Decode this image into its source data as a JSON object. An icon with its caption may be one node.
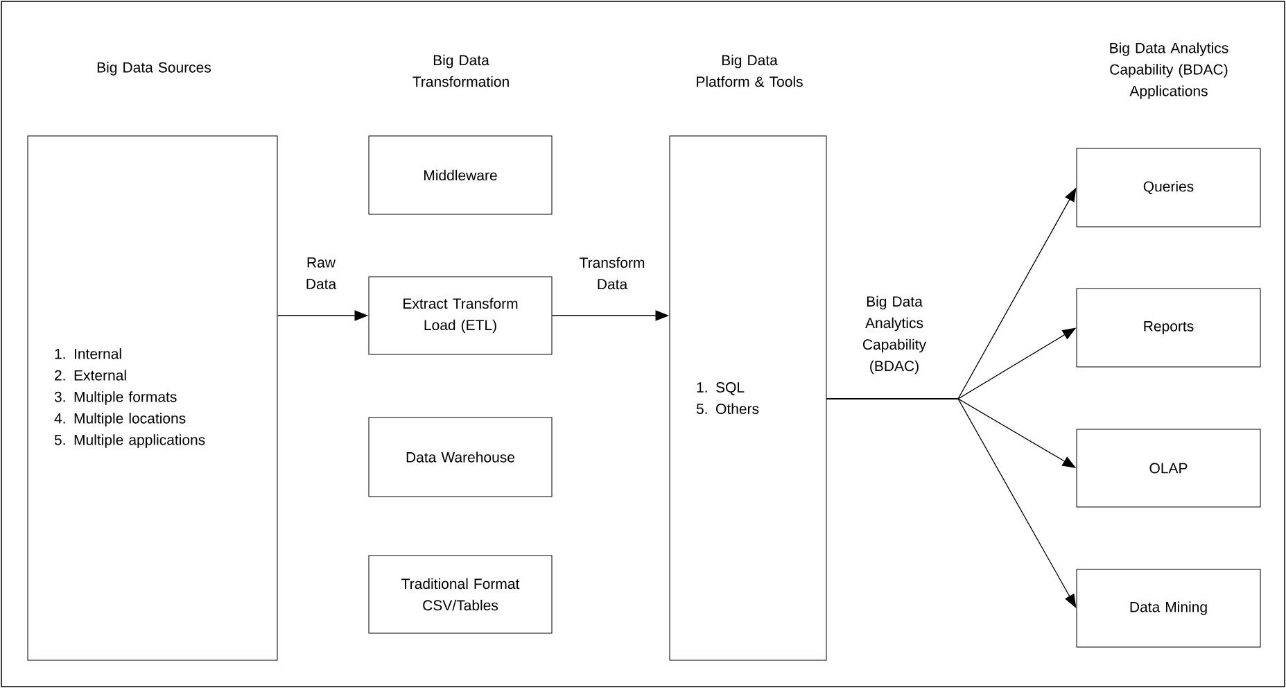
{
  "diagram": {
    "nodes": [
      {
        "text": [
          "1. Internal",
          "2. External",
          "3. Multiple formats",
          "4. Multiple locations",
          "5. Multiple applications"
        ]
      },
      {
        "text": [
          "Middleware"
        ]
      },
      {
        "text": [
          "Extract Transform Load (ETL)"
        ]
      },
      {
        "text": [
          "Data Warehouse"
        ]
      },
      {
        "text": [
          "Traditional Format CSV/Tables"
        ]
      },
      {
        "text": [
          "1. SQL",
          "5. Others"
        ]
      },
      {
        "text": [
          "Queries"
        ]
      },
      {
        "text": [
          "Reports"
        ]
      },
      {
        "text": [
          "OLAP"
        ]
      },
      {
        "text": [
          "Data Mining"
        ]
      }
    ],
    "edges": [
      {
        "from": 0,
        "to": 2,
        "arrow": "to",
        "label": "Raw Data"
      },
      {
        "from": 2,
        "to": 5,
        "arrow": "to",
        "label": "Transform Data"
      },
      {
        "from": 5,
        "to": 6,
        "arrow": "to",
        "label": "Big Data Analytics Capability (BDAC)"
      },
      {
        "from": 5,
        "to": 7,
        "arrow": "to"
      },
      {
        "from": 5,
        "to": 8,
        "arrow": "to"
      },
      {
        "from": 5,
        "to": 9,
        "arrow": "to"
      }
    ],
    "labels": [
      "Big Data Sources",
      "Big Data Transformation",
      "Big Data Platform & Tools",
      "Big Data Analytics Capability (BDAC) Applications"
    ]
  }
}
